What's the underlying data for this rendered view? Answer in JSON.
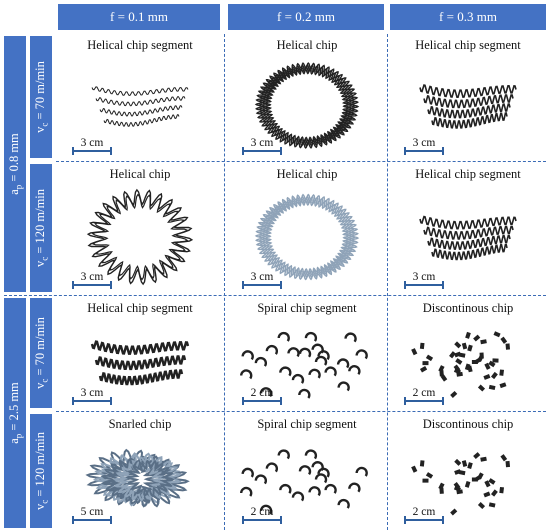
{
  "columns": [
    "f = 0.1 mm",
    "f = 0.2 mm",
    "f = 0.3 mm"
  ],
  "groups": [
    {
      "label_base": "a",
      "label_sub": "p",
      "label_rest": " = 0.8 mm"
    },
    {
      "label_base": "a",
      "label_sub": "p",
      "label_rest": " = 2.5 mm"
    }
  ],
  "rows": [
    {
      "label_base": "v",
      "label_sub": "c",
      "label_rest": " = 70 m/min"
    },
    {
      "label_base": "v",
      "label_sub": "c",
      "label_rest": " = 120 m/min"
    },
    {
      "label_base": "v",
      "label_sub": "c",
      "label_rest": " = 70 m/min"
    },
    {
      "label_base": "v",
      "label_sub": "c",
      "label_rest": " = 120 m/min"
    }
  ],
  "cells": [
    [
      {
        "title": "Helical chip segment",
        "scale": "3 cm",
        "chip": "helical-segment-thin"
      },
      {
        "title": "Helical chip",
        "scale": "3 cm",
        "chip": "helical-ring"
      },
      {
        "title": "Helical chip segment",
        "scale": "3 cm",
        "chip": "helical-segment"
      }
    ],
    [
      {
        "title": "Helical chip",
        "scale": "3 cm",
        "chip": "helical-loop"
      },
      {
        "title": "Helical chip",
        "scale": "3 cm",
        "chip": "helical-ring-light"
      },
      {
        "title": "Helical chip segment",
        "scale": "3 cm",
        "chip": "helical-segment"
      }
    ],
    [
      {
        "title": "Helical chip segment",
        "scale": "3 cm",
        "chip": "helical-segment-thick"
      },
      {
        "title": "Spiral chip segment",
        "scale": "2 cm",
        "chip": "spiral"
      },
      {
        "title": "Discontinous chip",
        "scale": "2 cm",
        "chip": "discontinuous"
      }
    ],
    [
      {
        "title": "Snarled chip",
        "scale": "5 cm",
        "chip": "snarled"
      },
      {
        "title": "Spiral chip segment",
        "scale": "2 cm",
        "chip": "spiral-sparse"
      },
      {
        "title": "Discontinous chip",
        "scale": "2 cm",
        "chip": "discontinuous-sparse"
      }
    ]
  ],
  "colors": {
    "header": "#4472c4",
    "divider": "#3b6bb5",
    "chip_dark": "#222222",
    "chip_light": "#8fa3b8"
  }
}
